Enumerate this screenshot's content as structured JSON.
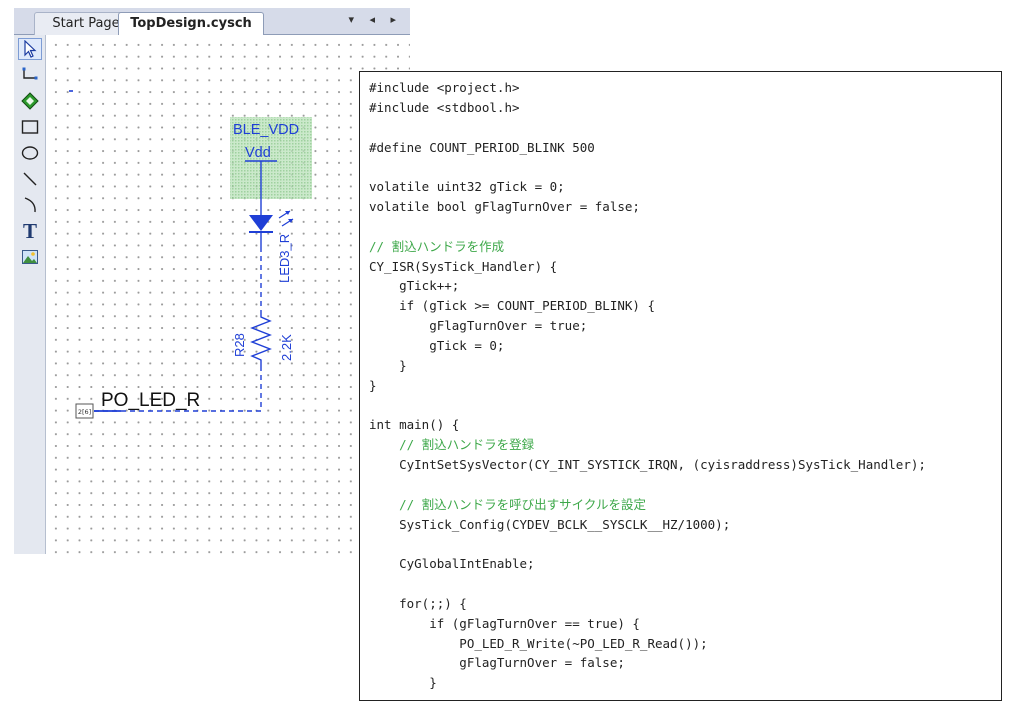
{
  "tabs": {
    "start_page": "Start Page",
    "top_design": "TopDesign.cysch"
  },
  "tab_controls": "▾ ◂ ▸",
  "toolbox": {
    "tools": [
      {
        "icon": "pointer-icon"
      },
      {
        "icon": "wire-icon"
      },
      {
        "icon": "component-diamond-icon"
      },
      {
        "icon": "rectangle-icon"
      },
      {
        "icon": "ellipse-icon"
      },
      {
        "icon": "line-icon"
      },
      {
        "icon": "arc-icon"
      },
      {
        "icon": "text-tool-icon",
        "glyph": "T"
      },
      {
        "icon": "image-icon"
      }
    ]
  },
  "schematic": {
    "power_name": "BLE_VDD",
    "power_net": "Vdd",
    "led_ref": "LED3_R",
    "resistor_ref": "R28",
    "resistor_value": "2.2K",
    "pin_name": "PO_LED_R",
    "pin_number": "2[6]"
  },
  "colors": {
    "schematic_blue": "#1f3fd6",
    "power_fill": "#9fd49f",
    "comment_green": "#3ea84a"
  },
  "code": {
    "lines": [
      {
        "text": "#include <project.h>",
        "type": "code"
      },
      {
        "text": "#include <stdbool.h>",
        "type": "code"
      },
      {
        "text": "",
        "type": "code"
      },
      {
        "text": "#define COUNT_PERIOD_BLINK 500",
        "type": "code"
      },
      {
        "text": "",
        "type": "code"
      },
      {
        "text": "volatile uint32 gTick = 0;",
        "type": "code"
      },
      {
        "text": "volatile bool gFlagTurnOver = false;",
        "type": "code"
      },
      {
        "text": "",
        "type": "code"
      },
      {
        "text": "// 割込ハンドラを作成",
        "type": "comment"
      },
      {
        "text": "CY_ISR(SysTick_Handler) {",
        "type": "code"
      },
      {
        "text": "    gTick++;",
        "type": "code"
      },
      {
        "text": "    if (gTick >= COUNT_PERIOD_BLINK) {",
        "type": "code"
      },
      {
        "text": "        gFlagTurnOver = true;",
        "type": "code"
      },
      {
        "text": "        gTick = 0;",
        "type": "code"
      },
      {
        "text": "    }",
        "type": "code"
      },
      {
        "text": "}",
        "type": "code"
      },
      {
        "text": "",
        "type": "code"
      },
      {
        "text": "int main() {",
        "type": "code"
      },
      {
        "text": "    // 割込ハンドラを登録",
        "type": "comment"
      },
      {
        "text": "    CyIntSetSysVector(CY_INT_SYSTICK_IRQN, (cyisraddress)SysTick_Handler);",
        "type": "code"
      },
      {
        "text": "",
        "type": "code"
      },
      {
        "text": "    // 割込ハンドラを呼び出すサイクルを設定",
        "type": "comment"
      },
      {
        "text": "    SysTick_Config(CYDEV_BCLK__SYSCLK__HZ/1000);",
        "type": "code"
      },
      {
        "text": "",
        "type": "code"
      },
      {
        "text": "    CyGlobalIntEnable;",
        "type": "code"
      },
      {
        "text": "",
        "type": "code"
      },
      {
        "text": "    for(;;) {",
        "type": "code"
      },
      {
        "text": "        if (gFlagTurnOver == true) {",
        "type": "code"
      },
      {
        "text": "            PO_LED_R_Write(~PO_LED_R_Read());",
        "type": "code"
      },
      {
        "text": "            gFlagTurnOver = false;",
        "type": "code"
      },
      {
        "text": "        }",
        "type": "code"
      }
    ]
  }
}
